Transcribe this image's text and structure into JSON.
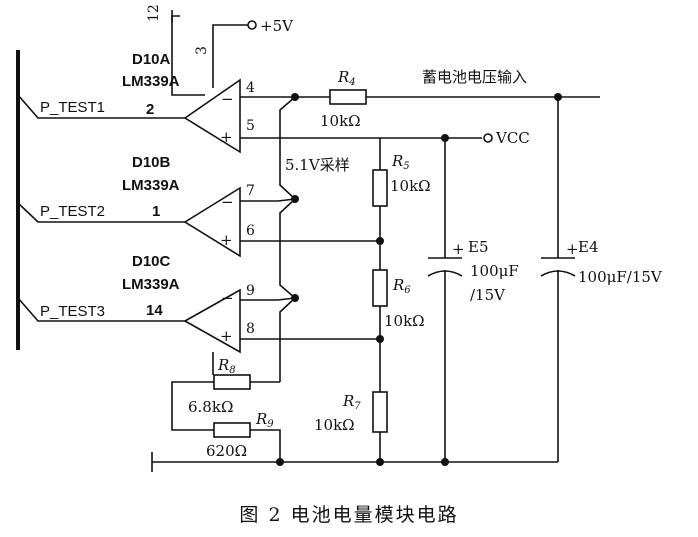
{
  "caption": "图 2  电池电量模块电路",
  "power": {
    "vplus": "+5V",
    "vcc": "VCC",
    "input": "蓄电池电压输入",
    "note": "5.1V采样"
  },
  "pins": {
    "p12": "12",
    "p3": "3",
    "p4": "4",
    "p5": "5",
    "p7": "7",
    "p6": "6",
    "p9": "9",
    "p8": "8"
  },
  "comparators": [
    {
      "ref": "D10A",
      "part": "LM339A",
      "out_pin": "2",
      "signal": "P_TEST1"
    },
    {
      "ref": "D10B",
      "part": "LM339A",
      "out_pin": "1",
      "signal": "P_TEST2"
    },
    {
      "ref": "D10C",
      "part": "LM339A",
      "out_pin": "14",
      "signal": "P_TEST3"
    }
  ],
  "resistors": [
    {
      "ref": "R",
      "sub": "4",
      "value": "10kΩ"
    },
    {
      "ref": "R",
      "sub": "5",
      "value": "10kΩ"
    },
    {
      "ref": "R",
      "sub": "6",
      "value": "10kΩ"
    },
    {
      "ref": "R",
      "sub": "7",
      "value": "10kΩ"
    },
    {
      "ref": "R",
      "sub": "8",
      "value": "6.8kΩ"
    },
    {
      "ref": "R",
      "sub": "9",
      "value": "620Ω"
    }
  ],
  "capacitors": [
    {
      "ref": "E5",
      "value": "100μF",
      "rating": "/15V"
    },
    {
      "ref": "E4",
      "value": "100μF/15V"
    }
  ],
  "symbols": {
    "plus": "+",
    "minus": "−"
  }
}
